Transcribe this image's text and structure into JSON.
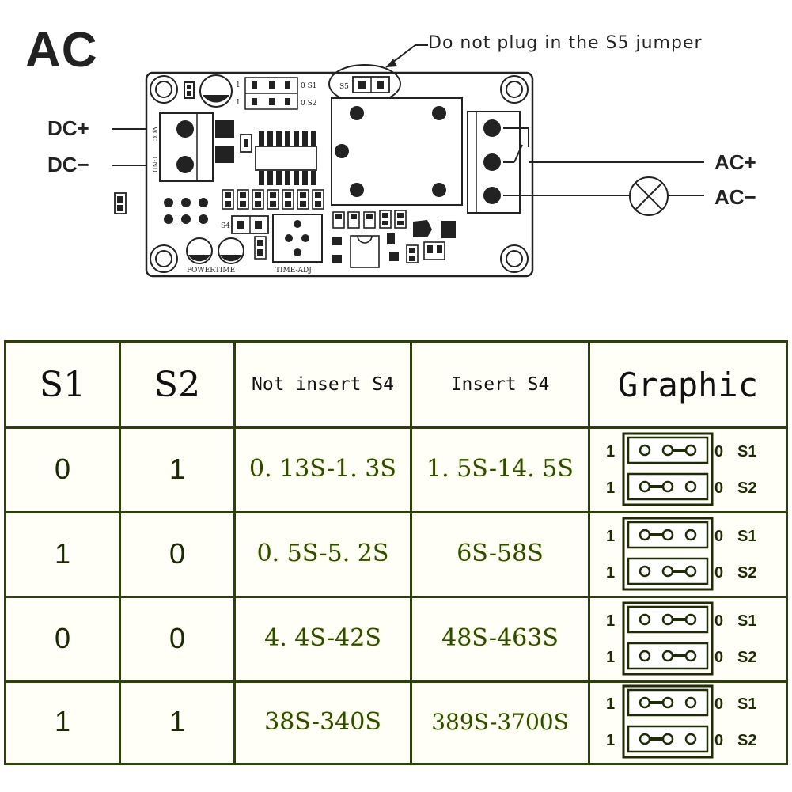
{
  "diagram": {
    "title": "AC",
    "jumper_note": "Do not plug in the S5 jumper",
    "left_terminals": [
      "DC+",
      "DC−"
    ],
    "right_terminals": [
      "AC+",
      "AC−"
    ],
    "pcb_labels": {
      "vcc": "VCC",
      "gnd": "GND",
      "s1": "0 S1",
      "s2": "0 S2",
      "one": "1",
      "s5": "S5",
      "s4": "S4",
      "powertime": "POWERTIME",
      "timeadj": "TIME-ADJ"
    }
  },
  "table": {
    "headers": [
      "S1",
      "S2",
      "Not insert S4",
      "Insert S4",
      "Graphic"
    ],
    "rows": [
      {
        "s1": "0",
        "s2": "1",
        "not_insert": "0. 13S-1. 3S",
        "insert": "1. 5S-14. 5S",
        "graphic": {
          "s1_jumper": "right",
          "s2_jumper": "left"
        }
      },
      {
        "s1": "1",
        "s2": "0",
        "not_insert": "0. 5S-5. 2S",
        "insert": "6S-58S",
        "graphic": {
          "s1_jumper": "left",
          "s2_jumper": "right"
        }
      },
      {
        "s1": "0",
        "s2": "0",
        "not_insert": "4. 4S-42S",
        "insert": "48S-463S",
        "graphic": {
          "s1_jumper": "right",
          "s2_jumper": "right"
        }
      },
      {
        "s1": "1",
        "s2": "1",
        "not_insert": "38S-340S",
        "insert": "389S-3700S",
        "graphic": {
          "s1_jumper": "left",
          "s2_jumper": "left"
        }
      }
    ],
    "graphic_labels": {
      "one": "1",
      "zero": "0",
      "s1": "S1",
      "s2": "S2"
    }
  }
}
